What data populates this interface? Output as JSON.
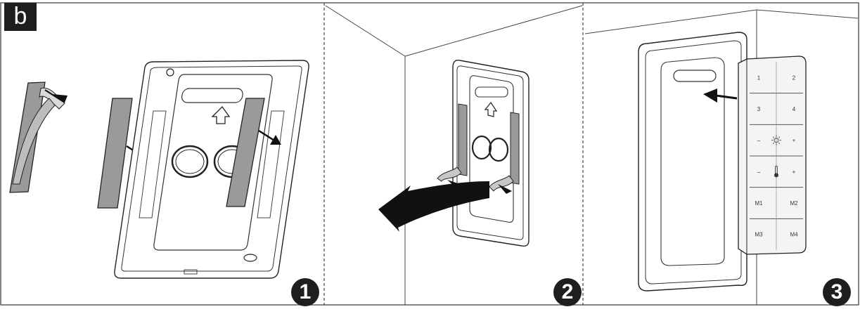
{
  "figure": {
    "panel_label": "b",
    "steps": [
      {
        "number": "1"
      },
      {
        "number": "2"
      },
      {
        "number": "3"
      }
    ],
    "remote": {
      "buttons": [
        [
          "1",
          "2"
        ],
        [
          "3",
          "4"
        ],
        [
          "–",
          "+"
        ],
        [
          "–",
          "+"
        ],
        [
          "M1",
          "M2"
        ],
        [
          "M3",
          "M4"
        ]
      ],
      "icons": [
        "brightness-icon",
        "temperature-icon"
      ]
    }
  }
}
